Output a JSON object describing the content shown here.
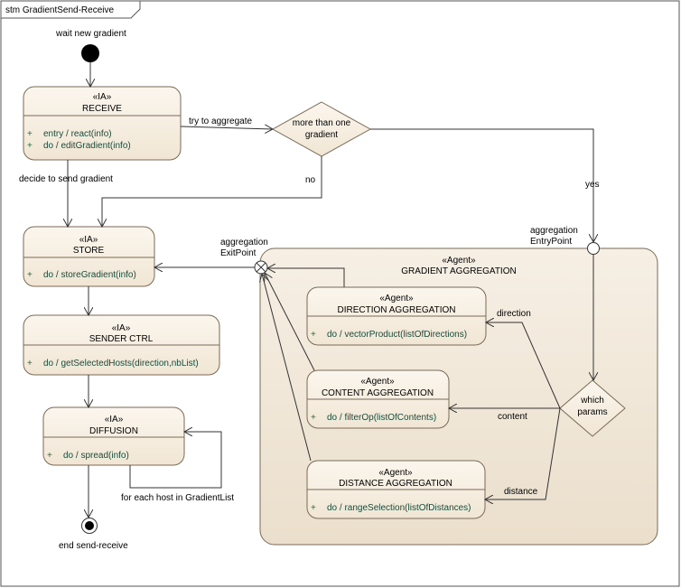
{
  "frame": {
    "label": "stm GradientSend-Receive"
  },
  "initial": {
    "label": "wait new gradient"
  },
  "final": {
    "label": "end send-receive"
  },
  "states": {
    "receive": {
      "stereotype": "«IA»",
      "name": "RECEIVE",
      "ops": [
        "entry / react(info)",
        "do / editGradient(info)"
      ]
    },
    "store": {
      "stereotype": "«IA»",
      "name": "STORE",
      "ops": [
        "do / storeGradient(info)"
      ]
    },
    "sender": {
      "stereotype": "«IA»",
      "name": "SENDER CTRL",
      "ops": [
        "do / getSelectedHosts(direction,nbList)"
      ]
    },
    "diffusion": {
      "stereotype": "«IA»",
      "name": "DIFFUSION",
      "ops": [
        "do / spread(info)"
      ]
    },
    "aggregation": {
      "stereotype": "«Agent»",
      "name": "GRADIENT AGGREGATION"
    },
    "direction": {
      "stereotype": "«Agent»",
      "name": "DIRECTION AGGREGATION",
      "ops": [
        "do / vectorProduct(listOfDirections)"
      ]
    },
    "content": {
      "stereotype": "«Agent»",
      "name": "CONTENT AGGREGATION",
      "ops": [
        "do / filterOp(listOfContents)"
      ]
    },
    "distance": {
      "stereotype": "«Agent»",
      "name": "DISTANCE AGGREGATION",
      "ops": [
        "do / rangeSelection(listOfDistances)"
      ]
    }
  },
  "decisions": {
    "more": {
      "line1": "more than one",
      "line2": "gradient"
    },
    "params": {
      "line1": "which",
      "line2": "params"
    }
  },
  "points": {
    "entry": {
      "line1": "aggregation",
      "line2": "EntryPoint"
    },
    "exit": {
      "line1": "aggregation",
      "line2": "ExitPoint"
    }
  },
  "labels": {
    "try": "try to aggregate",
    "decide": "decide to send gradient",
    "no": "no",
    "yes": "yes",
    "direction": "direction",
    "content": "content",
    "distance": "distance",
    "foreach": "for each host in GradientList"
  },
  "colors": {
    "state_fill": "#f5ecdd",
    "composite_fill": "#eee4d4",
    "border": "#7a6a55"
  }
}
